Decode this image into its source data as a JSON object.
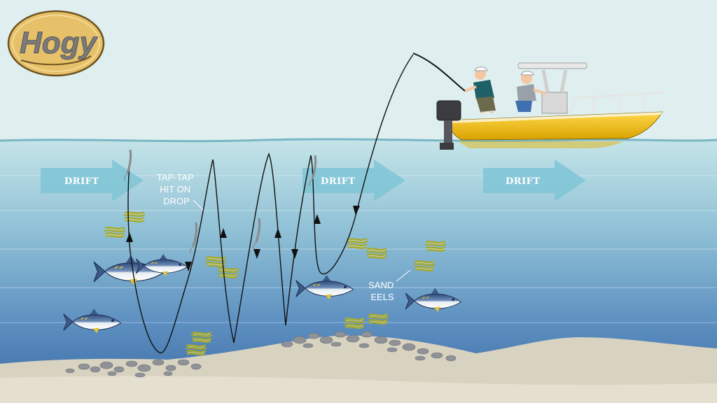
{
  "logo": {
    "text": "Hogy"
  },
  "drift_arrows": [
    {
      "label": "DRIFT"
    },
    {
      "label": "DRIFT"
    },
    {
      "label": "DRIFT"
    }
  ],
  "callouts": {
    "tap_hit": [
      "TAP-TAP",
      "HIT ON",
      "DROP"
    ],
    "bait": [
      "SAND",
      "EELS"
    ]
  },
  "colors": {
    "sky": "#dfeeee",
    "water_top": "#b9dde3",
    "water_bottom": "#3f6fa6",
    "sand": "#d8d2c0",
    "boat_hull": "#f2c21b",
    "drift_arrow": "#7fc6d6",
    "logo_fill": "#e7c16a"
  }
}
